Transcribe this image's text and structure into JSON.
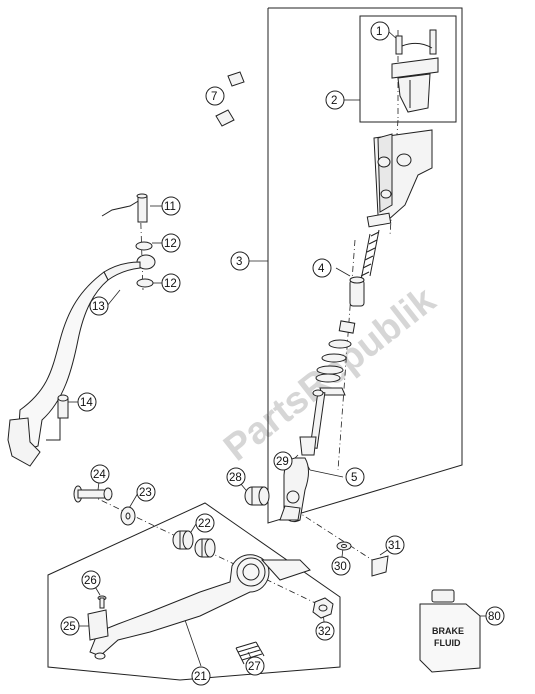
{
  "watermark": "PartsRepublik",
  "bottle_label": [
    "BRAKE",
    "FLUID"
  ],
  "callouts": [
    "1",
    "2",
    "3",
    "4",
    "5",
    "7",
    "11",
    "12",
    "12",
    "13",
    "14",
    "21",
    "22",
    "23",
    "24",
    "25",
    "26",
    "27",
    "28",
    "29",
    "30",
    "31",
    "32",
    "80"
  ],
  "colors": {
    "line": "#222222",
    "part_fill": "#f4f4f4",
    "watermark": "#d6d6d6"
  }
}
